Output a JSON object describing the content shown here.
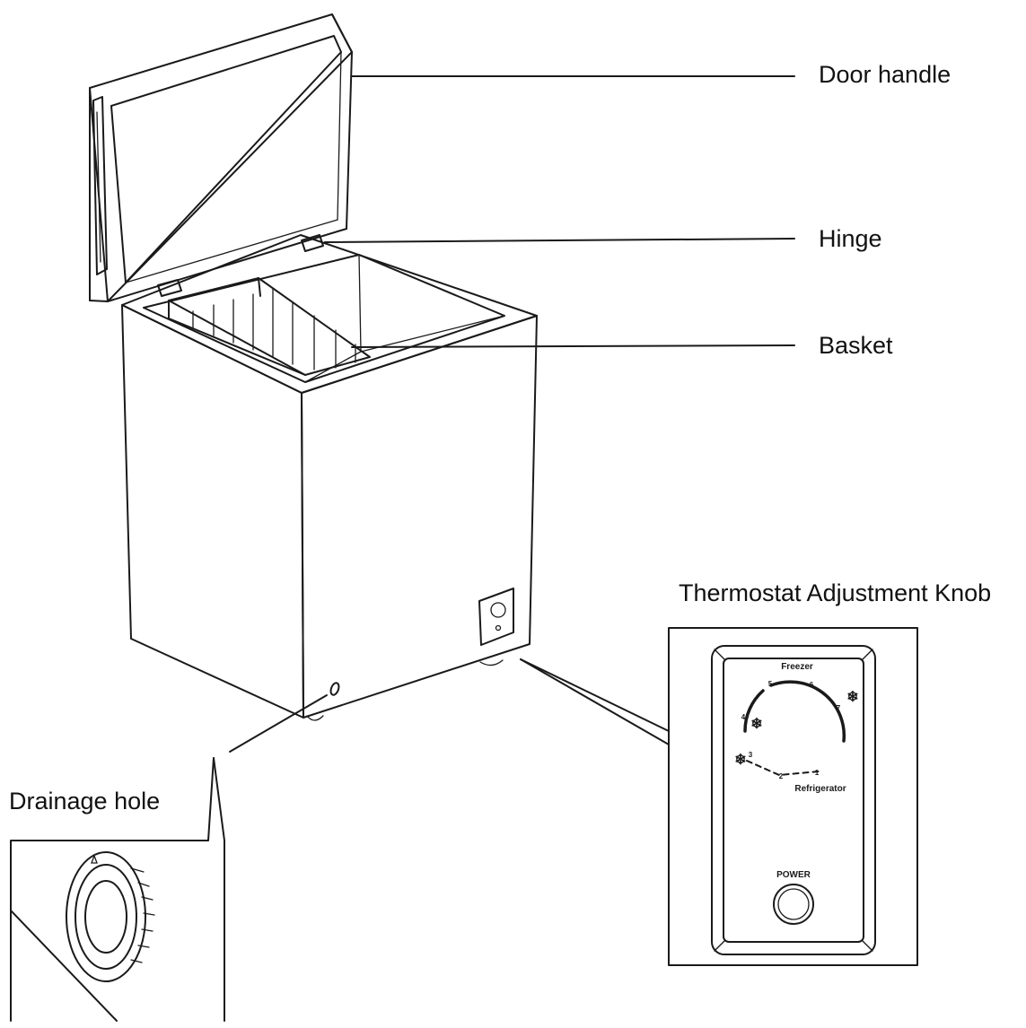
{
  "callouts": {
    "door_handle": "Door handle",
    "hinge": "Hinge",
    "basket": "Basket",
    "thermostat": "Thermostat Adjustment Knob",
    "drainage": "Drainage hole"
  },
  "thermostat_panel": {
    "freezer_label": "Freezer",
    "refrigerator_label": "Refrigerator",
    "power_label": "POWER",
    "dial_numbers": [
      "1",
      "2",
      "3",
      "4",
      "5",
      "6",
      "7"
    ]
  }
}
